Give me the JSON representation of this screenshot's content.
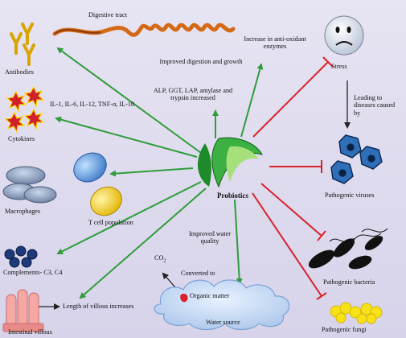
{
  "colors": {
    "positive": "#2e9d3a",
    "negative": "#d8222b",
    "neutral": "#222222",
    "background": "#dcd8ec"
  },
  "center": {
    "label": "Probiotics"
  },
  "labels": {
    "digestive_tract": "Digestive tract",
    "antibodies": "Antibodies",
    "cytokines_list": "IL-1, IL-6, IL-12, TNF-α, IL-10",
    "cytokines": "Cytokines",
    "improved_digestion": "Improved digestion and growth",
    "enzymes": "ALP, GGT, LAP, amylase and trypsin increased",
    "antioxidant": "Increase in anti-oxidant enzymes",
    "stress": "Stress",
    "leading_to_diseases": "Leading to diseases caused by",
    "pathogenic_viruses": "Pathogenic viruses",
    "macrophages": "Macrophages",
    "t_cell": "T cell population",
    "improved_water": "Improved water quality",
    "co2": "CO",
    "co2_sub": "2",
    "converted_to": "Converted to",
    "organic_matter": "Organic matter",
    "water_source": "Water source",
    "complements": "Complements- C3, C4",
    "villous_length": "Length of villous increases",
    "intestinal_villous": "Intestinal villous",
    "pathogenic_bacteria": "Pathogenic bacteria",
    "pathogenic_fungi": "Pathogenic fungi"
  }
}
